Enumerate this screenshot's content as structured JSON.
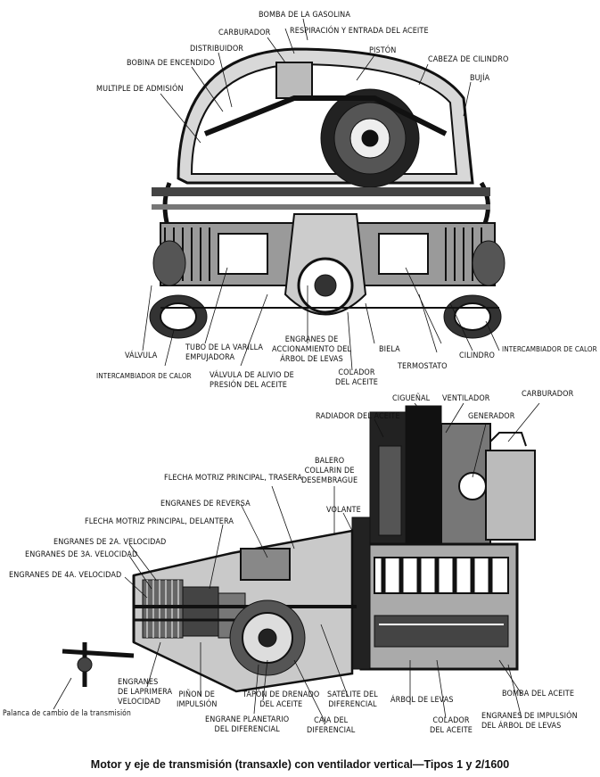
{
  "top_diagram": {
    "labels": {
      "bomba_gasolina": "BOMBA DE LA GASOLINA",
      "carburador": "CARBURADOR",
      "respiracion": "RESPIRACIÓN Y ENTRADA DEL ACEITE",
      "distribuidor": "DISTRIBUIDOR",
      "piston": "PISTÓN",
      "bobina": "BOBINA DE ENCENDIDO",
      "cabeza": "CABEZA DE CILINDRO",
      "bujia": "BUJÍA",
      "multiple": "MULTIPLE DE ADMISIÓN",
      "valvula": "VÁLVULA",
      "tubo_varilla": "TUBO DE LA VARILLA\nEMPUJADORA",
      "engranes_accion": "ENGRANES DE\nACCIONAMIENTO DEL\nÁRBOL DE LEVAS",
      "biela": "BIELA",
      "cilindro": "CILINDRO",
      "intercambiador_der": "INTERCAMBIADOR DE CALOR",
      "intercambiador_izq": "INTERCAMBIADOR DE CALOR",
      "valvula_alivio": "VÁLVULA DE ALIVIO DE\nPRESIÓN DEL ACEITE",
      "colador": "COLADOR\nDEL ACEITE",
      "termostato": "TERMOSTATO"
    }
  },
  "bottom_diagram": {
    "labels": {
      "ciguenal": "CIGUEÑAL",
      "ventilador": "VENTILADOR",
      "carburador": "CARBURADOR",
      "radiador": "RADIADOR DEL ACEITE",
      "generador": "GENERADOR",
      "balero": "BALERO\nCOLLARIN DE\nDESEMBRAGUE",
      "flecha_trasera": "FLECHA MOTRIZ PRINCIPAL, TRASERA",
      "engranes_reversa": "ENGRANES DE REVERSA",
      "volante": "VOLANTE",
      "flecha_delantera": "FLECHA MOTRIZ PRINCIPAL, DELANTERA",
      "vel2": "ENGRANES DE 2a. VELOCIDAD",
      "vel3": "ENGRANES DE 3a. VELOCIDAD",
      "vel4": "ENGRANES DE 4a. VELOCIDAD",
      "vel1": "ENGRANES\nDE LAPRIMERA\nVELOCIDAD",
      "pinon": "PIÑON DE\nIMPULSIÓN",
      "tapon": "TAPÓN DE DRENADO\nDEL ACEITE",
      "satelite": "SATÉLITE DEL\nDIFERENCIAL",
      "arbol": "ÁRBOL DE LEVAS",
      "bomba_aceite": "BOMBA DEL ACEITE",
      "palanca": "Palanca de cambio de la transmisión",
      "planetario": "ENGRANE PLANETARIO\nDEL DIFERENCIAL",
      "caja": "CAJA DEL\nDIFERENCIAL",
      "colador": "COLADOR\nDEL ACEITE",
      "engranes_impulsion": "ENGRANES DE IMPULSIÓN\nDEL ÁRBOL DE LEVAS"
    }
  },
  "caption": "Motor y eje de transmisión (transaxle) con ventilador vertical—Tipos 1 y 2/1600"
}
